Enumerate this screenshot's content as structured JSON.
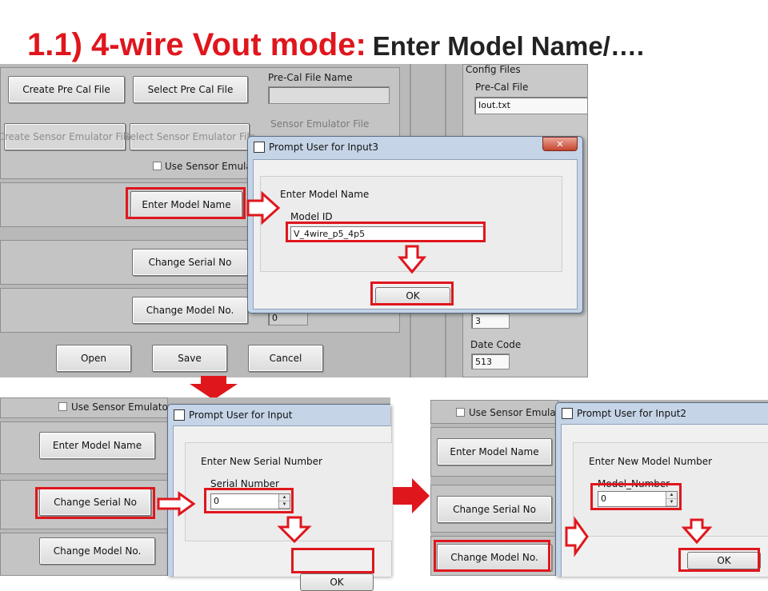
{
  "slide": {
    "title_red": "1.1) 4-wire Vout mode:",
    "title_dark": "Enter Model Name/…."
  },
  "colors": {
    "annotation_red": "#e0161d",
    "panel_gray": "#c4c4c4"
  },
  "top_panel": {
    "create_pre_cal_file": "Create Pre Cal File",
    "select_pre_cal_file": "Select Pre Cal File",
    "pre_cal_file_name_label": "Pre-Cal File Name",
    "create_sensor_emulator_file": "Create Sensor Emulator File",
    "select_sensor_emulator_file": "Select Sensor Emulator File",
    "sensor_emulator_file_label": "Sensor Emulator File",
    "use_sensor_emulator": "Use Sensor Emulato",
    "enter_model_name": "Enter Model Name",
    "change_serial_no": "Change Serial No",
    "change_model_no": "Change Model No.",
    "model_no_partial_value": "0",
    "open": "Open",
    "save": "Save",
    "cancel": "Cancel"
  },
  "config_files": {
    "header": "Config Files",
    "pre_cal_file_label": "Pre-Cal File",
    "pre_cal_file_value": "Iout.txt",
    "numeric_value": "3",
    "date_code_label": "Date Code",
    "date_code_value": "513"
  },
  "dialog_top": {
    "title": "Prompt User for Input3",
    "close_glyph": "✕",
    "prompt": "Enter Model Name",
    "field_label": "Model ID",
    "field_value": "V_4wire_p5_4p5",
    "ok": "OK"
  },
  "bottom_left_panel": {
    "use_sensor_emulator": "Use Sensor Emulator",
    "enter_model_name": "Enter Model Name",
    "change_serial_no": "Change Serial No",
    "change_model_no": "Change Model No."
  },
  "dialog_bottom_left": {
    "title": "Prompt User for Input",
    "prompt": "Enter New Serial Number",
    "field_label": "Serial Number",
    "field_value": "0",
    "ok": "OK"
  },
  "bottom_right_panel": {
    "use_sensor_emulator": "Use Sensor Emulato",
    "enter_model_name": "Enter Model Name",
    "change_serial_no": "Change Serial No",
    "change_model_no": "Change Model No."
  },
  "dialog_bottom_right": {
    "title": "Prompt User for Input2",
    "prompt": "Enter New Model Number",
    "field_label": "Model_Number",
    "field_value": "0",
    "ok": "OK"
  }
}
